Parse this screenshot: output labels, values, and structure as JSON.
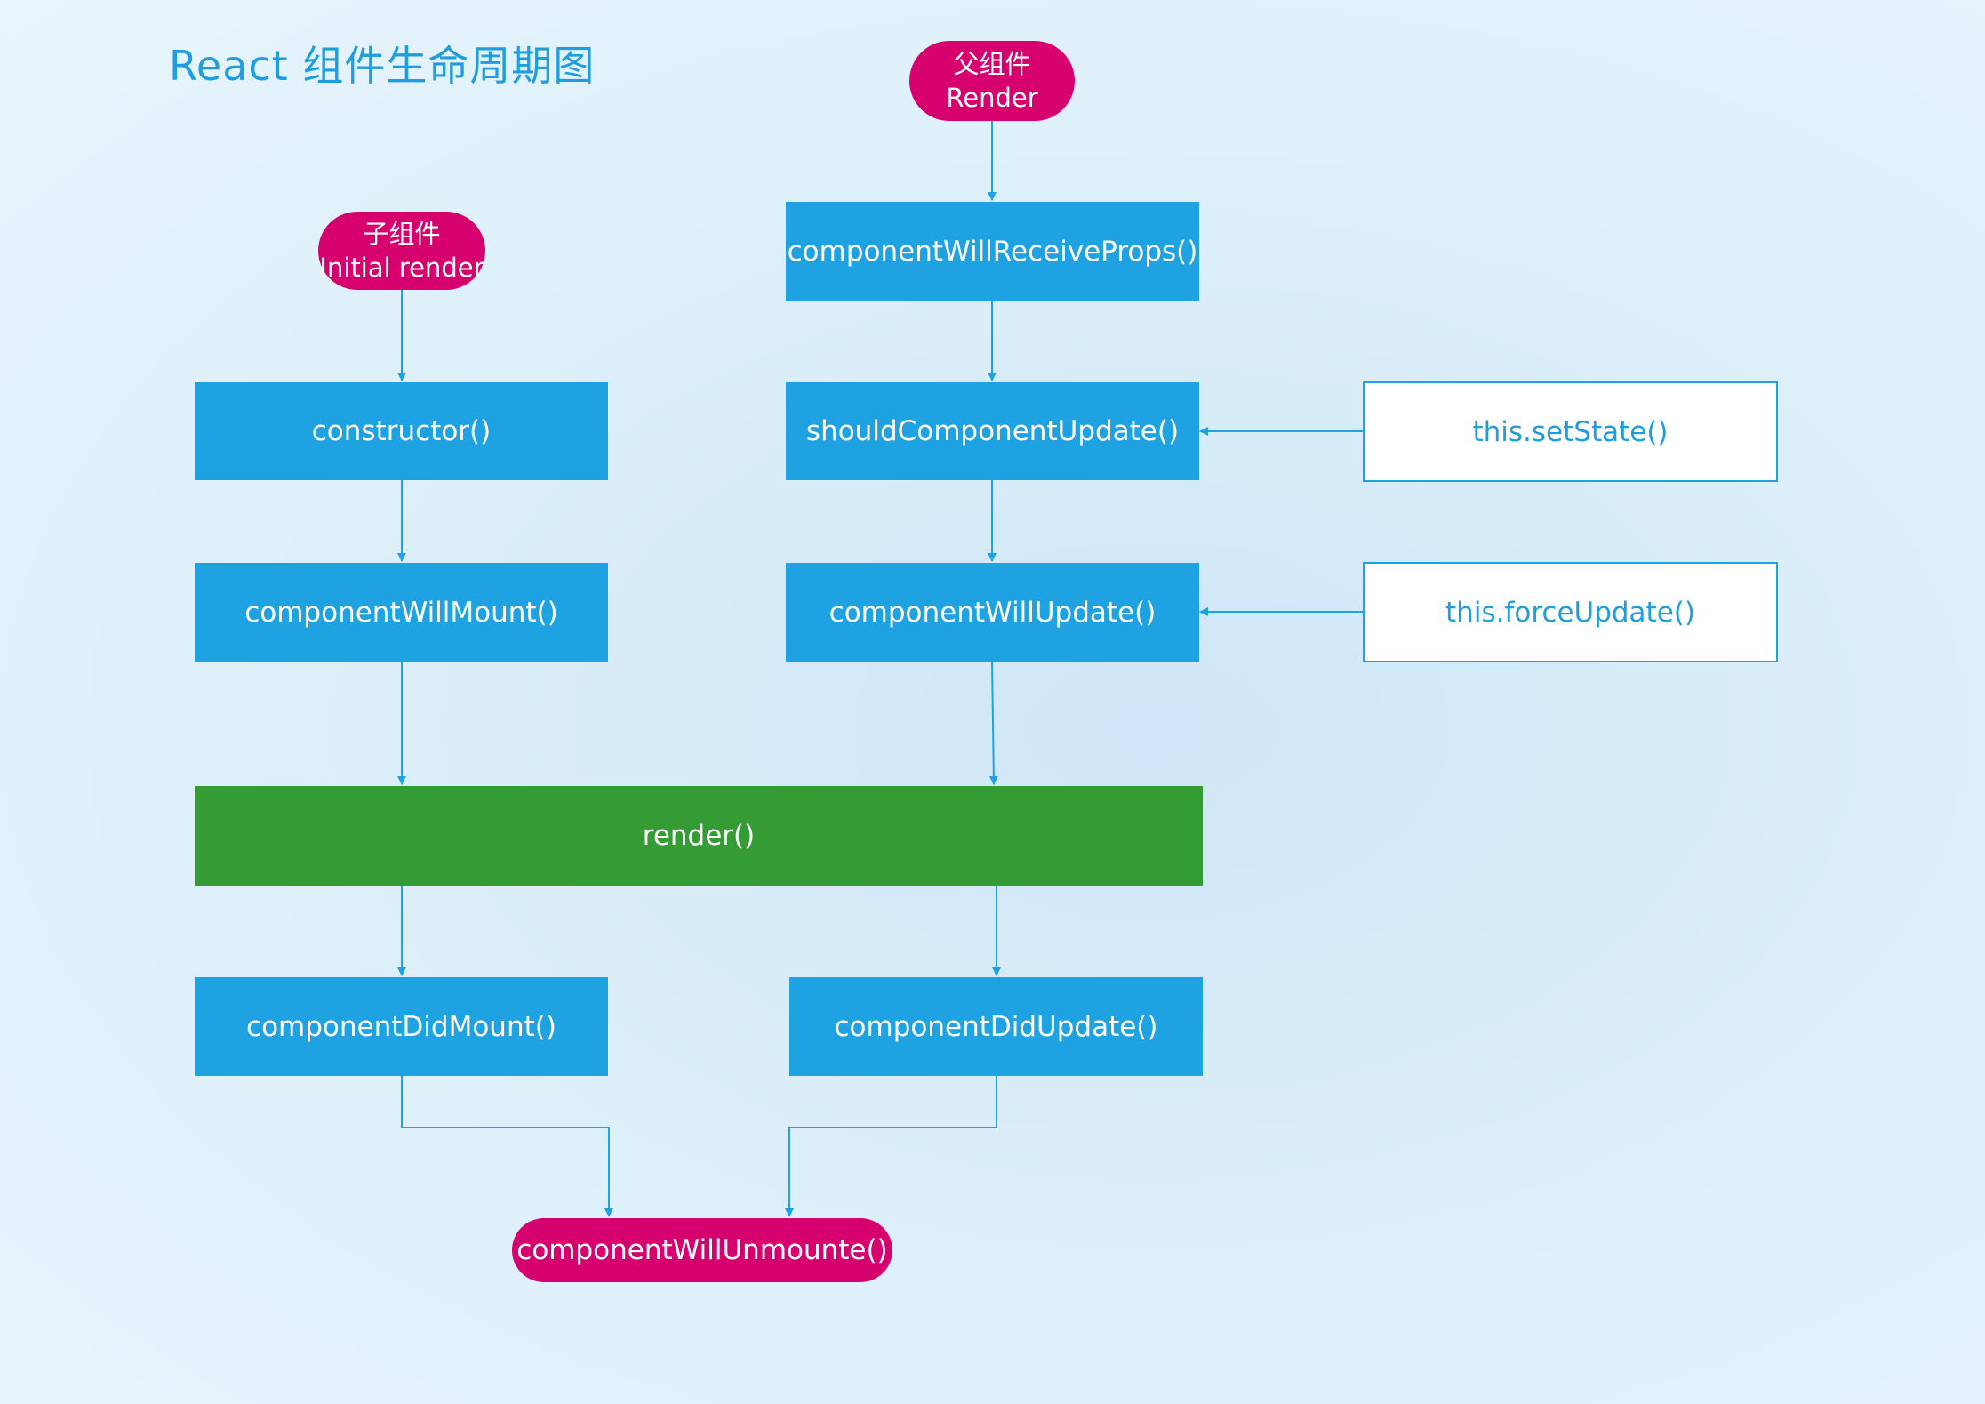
{
  "title": "React 组件生命周期图",
  "nodes": {
    "parent_render": {
      "line1": "父组件",
      "line2": "Render"
    },
    "child_initial_render": {
      "line1": "子组件",
      "line2": "Initial render"
    },
    "constructor": "constructor()",
    "component_will_mount": "componentWillMount()",
    "component_will_receive_props": "componentWillReceiveProps()",
    "should_component_update": "shouldComponentUpdate()",
    "component_will_update": "componentWillUpdate()",
    "render": "render()",
    "component_did_mount": "componentDidMount()",
    "component_did_update": "componentDidUpdate()",
    "component_will_unmounte": "componentWillUnmounte()",
    "set_state": "this.setState()",
    "force_update": "this.forceUpdate()"
  },
  "colors": {
    "process_box": "#1ea2e2",
    "render_box": "#359c35",
    "terminal": "#d6006e",
    "connector": "#1ea2e2",
    "title": "#1e9ede"
  }
}
